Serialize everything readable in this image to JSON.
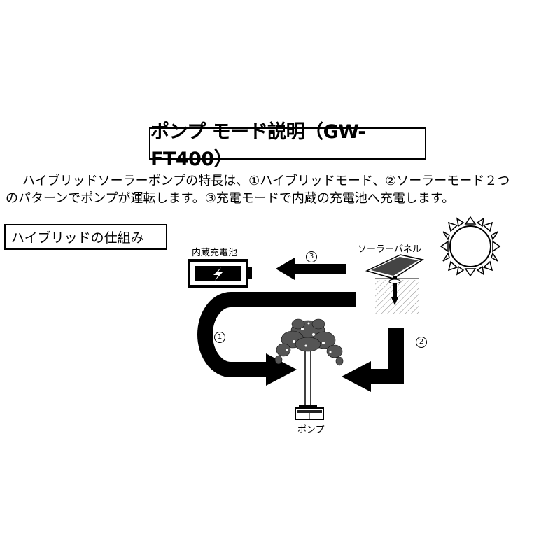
{
  "title": "ポンプ モード説明（GW-FT400）",
  "intro": {
    "line1": "ハイブリッドソーラーポンプの特長は、①ハイブリッドモード、②ソーラーモード２つ",
    "line2": "のパターンでポンプが運転します。③充電モードで内蔵の充電池へ充電します。"
  },
  "section_label": "ハイブリッドの仕組み",
  "diagram": {
    "battery_label": "内蔵充電池",
    "solar_panel_label": "ソーラーパネル",
    "pump_label": "ポンプ",
    "marker_1": "1",
    "marker_2": "2",
    "marker_3": "3",
    "icons": [
      "battery-icon",
      "solar-panel-icon",
      "sun-icon",
      "tree-icon",
      "pump-icon",
      "lightning-icon"
    ]
  }
}
